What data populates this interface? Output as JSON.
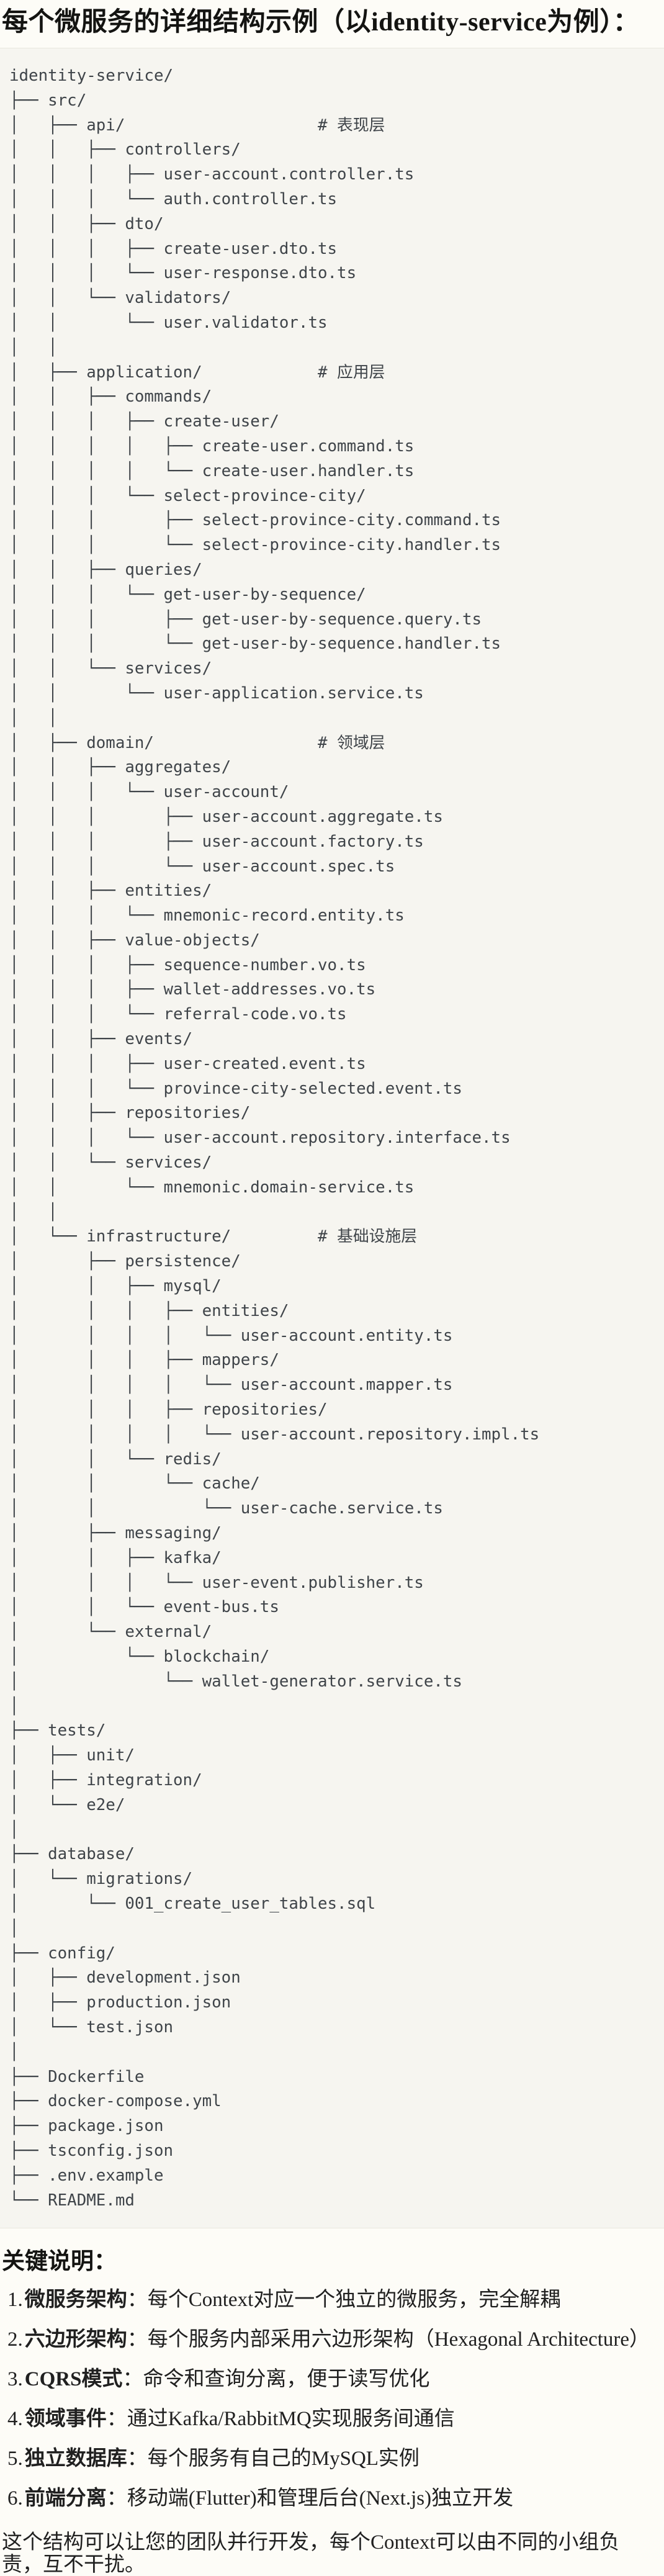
{
  "page": {
    "title": "每个微服务的详细结构示例（以identity-service为例）：",
    "notes_heading": "关键说明：",
    "notes": [
      {
        "num": "1.",
        "label": "微服务架构",
        "sep": "：",
        "text": "每个Context对应一个独立的微服务，完全解耦"
      },
      {
        "num": "2.",
        "label": "六边形架构",
        "sep": "：",
        "text": "每个服务内部采用六边形架构（Hexagonal Architecture）"
      },
      {
        "num": "3.",
        "label": "CQRS模式",
        "sep": "：",
        "text": "命令和查询分离，便于读写优化"
      },
      {
        "num": "4.",
        "label": "领域事件",
        "sep": "：",
        "text": "通过Kafka/RabbitMQ实现服务间通信"
      },
      {
        "num": "5.",
        "label": "独立数据库",
        "sep": "：",
        "text": "每个服务有自己的MySQL实例"
      },
      {
        "num": "6.",
        "label": "前端分离",
        "sep": "：",
        "text": "移动端(Flutter)和管理后台(Next.js)独立开发"
      }
    ],
    "footer": "这个结构可以让您的团队并行开发，每个Context可以由不同的小组负责，互不干扰。"
  },
  "tree": {
    "root": "identity-service/",
    "layer_comments": [
      "# 表现层",
      "# 应用层",
      "# 领域层",
      "# 基础设施层"
    ],
    "lines": [
      "identity-service/",
      "├── src/",
      "│   ├── api/                    # 表现层",
      "│   │   ├── controllers/",
      "│   │   │   ├── user-account.controller.ts",
      "│   │   │   └── auth.controller.ts",
      "│   │   ├── dto/",
      "│   │   │   ├── create-user.dto.ts",
      "│   │   │   └── user-response.dto.ts",
      "│   │   └── validators/",
      "│   │       └── user.validator.ts",
      "│   │",
      "│   ├── application/            # 应用层",
      "│   │   ├── commands/",
      "│   │   │   ├── create-user/",
      "│   │   │   │   ├── create-user.command.ts",
      "│   │   │   │   └── create-user.handler.ts",
      "│   │   │   └── select-province-city/",
      "│   │   │       ├── select-province-city.command.ts",
      "│   │   │       └── select-province-city.handler.ts",
      "│   │   ├── queries/",
      "│   │   │   └── get-user-by-sequence/",
      "│   │   │       ├── get-user-by-sequence.query.ts",
      "│   │   │       └── get-user-by-sequence.handler.ts",
      "│   │   └── services/",
      "│   │       └── user-application.service.ts",
      "│   │",
      "│   ├── domain/                 # 领域层",
      "│   │   ├── aggregates/",
      "│   │   │   └── user-account/",
      "│   │   │       ├── user-account.aggregate.ts",
      "│   │   │       ├── user-account.factory.ts",
      "│   │   │       └── user-account.spec.ts",
      "│   │   ├── entities/",
      "│   │   │   └── mnemonic-record.entity.ts",
      "│   │   ├── value-objects/",
      "│   │   │   ├── sequence-number.vo.ts",
      "│   │   │   ├── wallet-addresses.vo.ts",
      "│   │   │   └── referral-code.vo.ts",
      "│   │   ├── events/",
      "│   │   │   ├── user-created.event.ts",
      "│   │   │   └── province-city-selected.event.ts",
      "│   │   ├── repositories/",
      "│   │   │   └── user-account.repository.interface.ts",
      "│   │   └── services/",
      "│   │       └── mnemonic.domain-service.ts",
      "│   │",
      "│   └── infrastructure/         # 基础设施层",
      "│       ├── persistence/",
      "│       │   ├── mysql/",
      "│       │   │   ├── entities/",
      "│       │   │   │   └── user-account.entity.ts",
      "│       │   │   ├── mappers/",
      "│       │   │   │   └── user-account.mapper.ts",
      "│       │   │   ├── repositories/",
      "│       │   │   │   └── user-account.repository.impl.ts",
      "│       │   └── redis/",
      "│       │       └── cache/",
      "│       │           └── user-cache.service.ts",
      "│       ├── messaging/",
      "│       │   ├── kafka/",
      "│       │   │   └── user-event.publisher.ts",
      "│       │   └── event-bus.ts",
      "│       └── external/",
      "│           └── blockchain/",
      "│               └── wallet-generator.service.ts",
      "│",
      "├── tests/",
      "│   ├── unit/",
      "│   ├── integration/",
      "│   └── e2e/",
      "│",
      "├── database/",
      "│   └── migrations/",
      "│       └── 001_create_user_tables.sql",
      "│",
      "├── config/",
      "│   ├── development.json",
      "│   ├── production.json",
      "│   └── test.json",
      "│",
      "├── Dockerfile",
      "├── docker-compose.yml",
      "├── package.json",
      "├── tsconfig.json",
      "├── .env.example",
      "└── README.md"
    ]
  },
  "colors": {
    "page_bg": "#fdfcf7",
    "code_bg": "#f6f5f0",
    "code_border": "#e9e7df",
    "tree_text": "#3f4449",
    "heading_text": "#141412",
    "body_text": "#202020"
  }
}
